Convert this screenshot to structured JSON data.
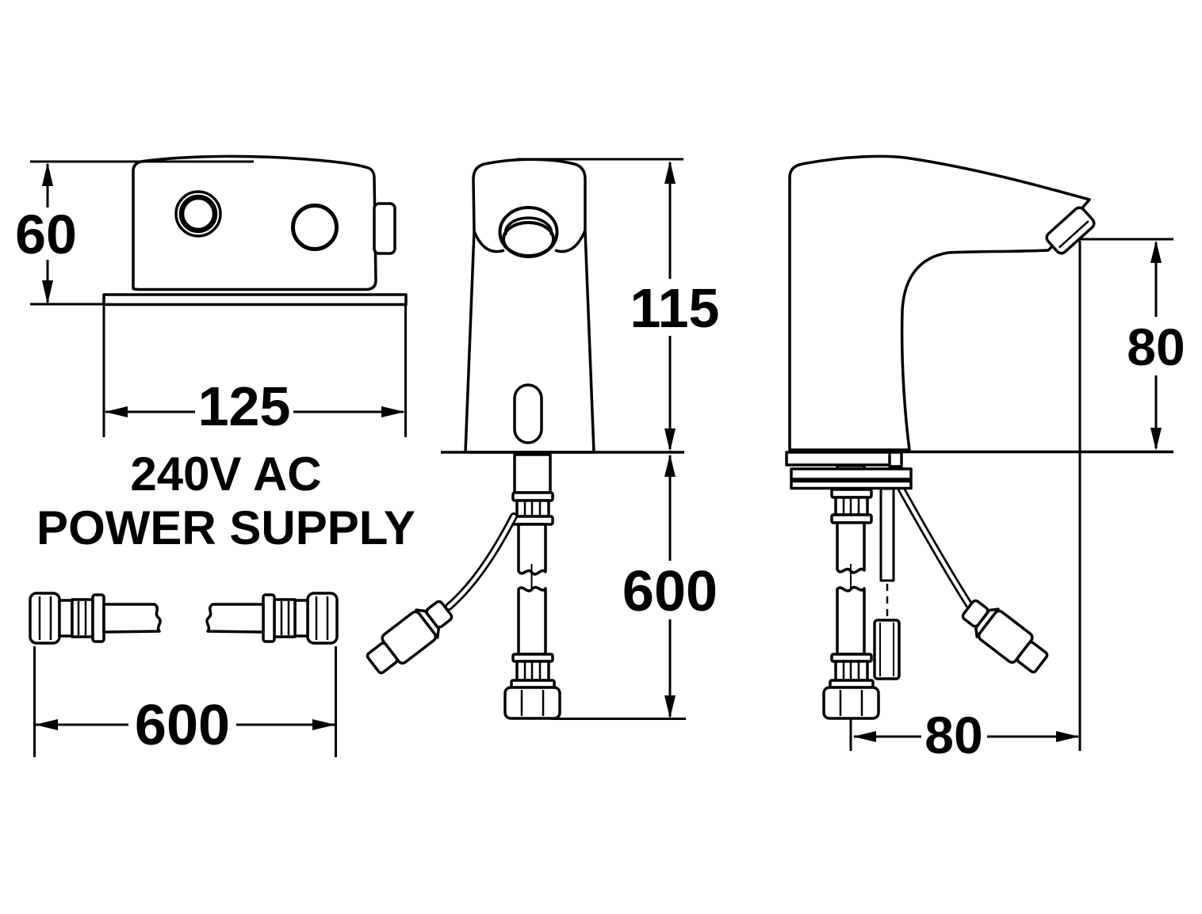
{
  "background": "#ffffff",
  "ink": "#000000",
  "power_label": {
    "line1": "240V AC",
    "line2": "POWER SUPPLY"
  },
  "dimensions": {
    "top_view_depth": "60",
    "top_view_width": "125",
    "hose_length": "600",
    "front_height": "115",
    "front_tail_drop": "600",
    "side_outlet_height": "80",
    "side_outlet_reach": "80"
  }
}
